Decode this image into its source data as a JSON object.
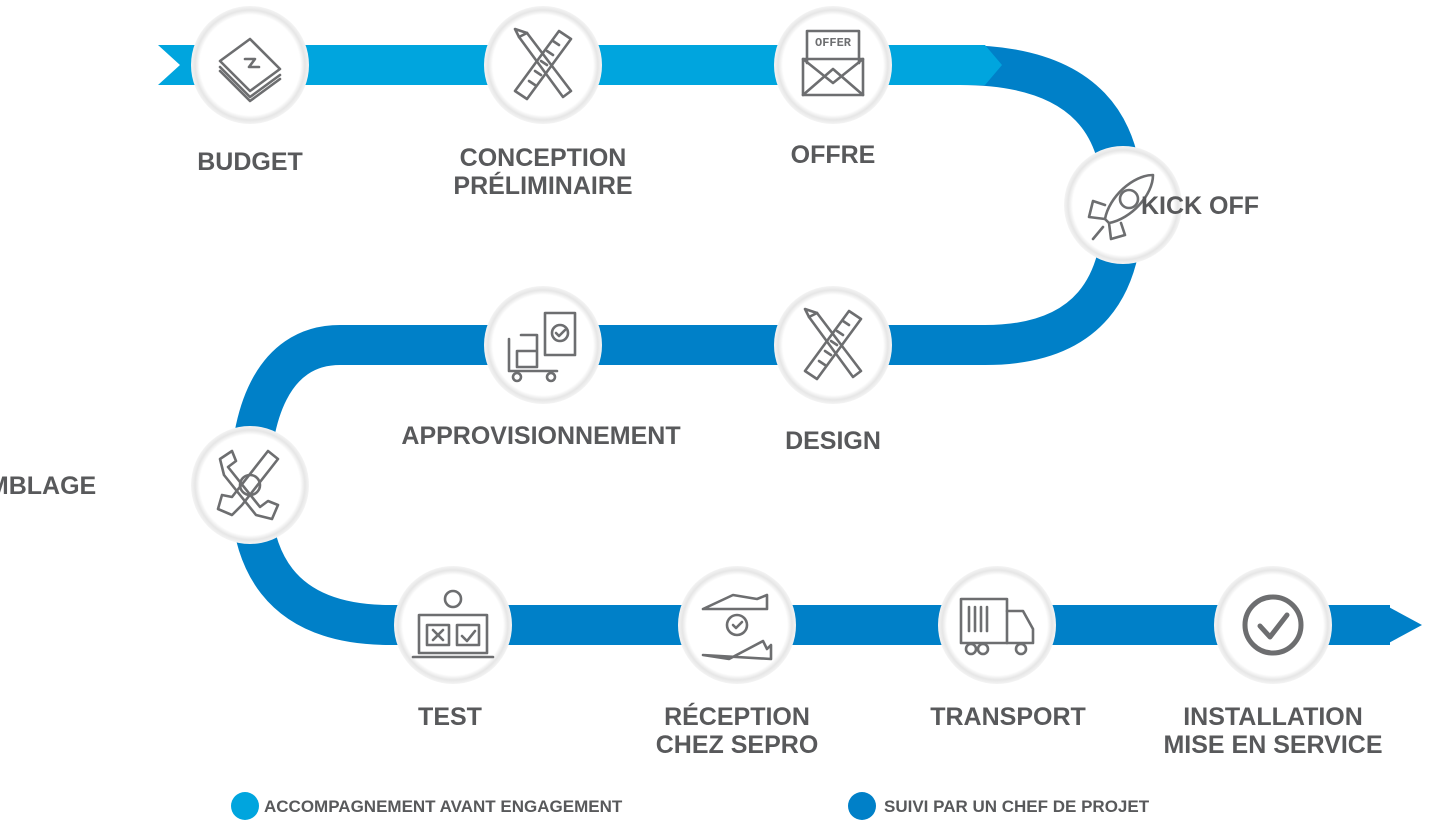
{
  "colors": {
    "pre_engagement": "#00a5de",
    "project_manager": "#0080c8",
    "text": "#58595b"
  },
  "steps": [
    {
      "id": "budget",
      "lines": [
        "BUDGET"
      ],
      "icon": "money-stack-icon",
      "phase": "pre_engagement"
    },
    {
      "id": "conception",
      "lines": [
        "CONCEPTION",
        "PRÉLIMINAIRE"
      ],
      "icon": "pencil-ruler-icon",
      "phase": "pre_engagement"
    },
    {
      "id": "offre",
      "lines": [
        "OFFRE"
      ],
      "icon": "offer-envelope-icon",
      "icon_text": "OFFER",
      "phase": "pre_engagement"
    },
    {
      "id": "kickoff",
      "lines": [
        "KICK OFF"
      ],
      "icon": "rocket-icon",
      "phase": "project_manager"
    },
    {
      "id": "design",
      "lines": [
        "DESIGN"
      ],
      "icon": "pencil-ruler-icon",
      "phase": "project_manager"
    },
    {
      "id": "approvisionnement",
      "lines": [
        "APPROVISIONNEMENT"
      ],
      "icon": "cart-clipboard-icon",
      "phase": "project_manager"
    },
    {
      "id": "assemblage",
      "lines": [
        "ASSEMBLAGE"
      ],
      "icon": "wrenches-icon",
      "phase": "project_manager"
    },
    {
      "id": "test",
      "lines": [
        "TEST"
      ],
      "icon": "test-checklist-icon",
      "phase": "project_manager"
    },
    {
      "id": "reception",
      "lines": [
        "RÉCEPTION",
        "CHEZ SEPRO"
      ],
      "icon": "hands-check-icon",
      "phase": "project_manager"
    },
    {
      "id": "transport",
      "lines": [
        "TRANSPORT"
      ],
      "icon": "truck-icon",
      "phase": "project_manager"
    },
    {
      "id": "installation",
      "lines": [
        "INSTALLATION",
        "MISE EN SERVICE"
      ],
      "icon": "check-circle-icon",
      "phase": "project_manager"
    }
  ],
  "legend": [
    {
      "label": "ACCOMPAGNEMENT AVANT ENGAGEMENT",
      "color": "#00a5de"
    },
    {
      "label": "SUIVI PAR UN CHEF DE PROJET",
      "color": "#0080c8"
    }
  ]
}
